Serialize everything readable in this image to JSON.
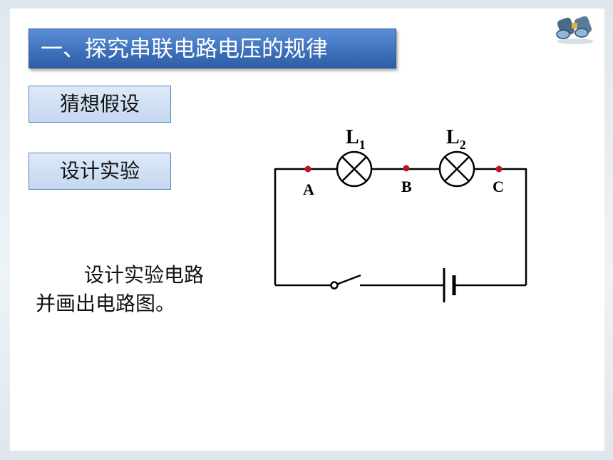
{
  "title": "一、探究串联电路电压的规律",
  "tags": {
    "hypothesis": "猜想假设",
    "design": "设计实验"
  },
  "body": {
    "line1": "设计实验电路",
    "line2": "并画出电路图。"
  },
  "circuit": {
    "lamp1_letter": "L",
    "lamp1_sub": "1",
    "lamp2_letter": "L",
    "lamp2_sub": "2",
    "point_a": "A",
    "point_b": "B",
    "point_c": "C"
  },
  "colors": {
    "title_bg": "#3f72bd",
    "tag_bg": "#c4d8f0",
    "dot": "#c0102a",
    "wire": "#000000"
  },
  "icons": {
    "decoration": "binoculars-icon"
  }
}
